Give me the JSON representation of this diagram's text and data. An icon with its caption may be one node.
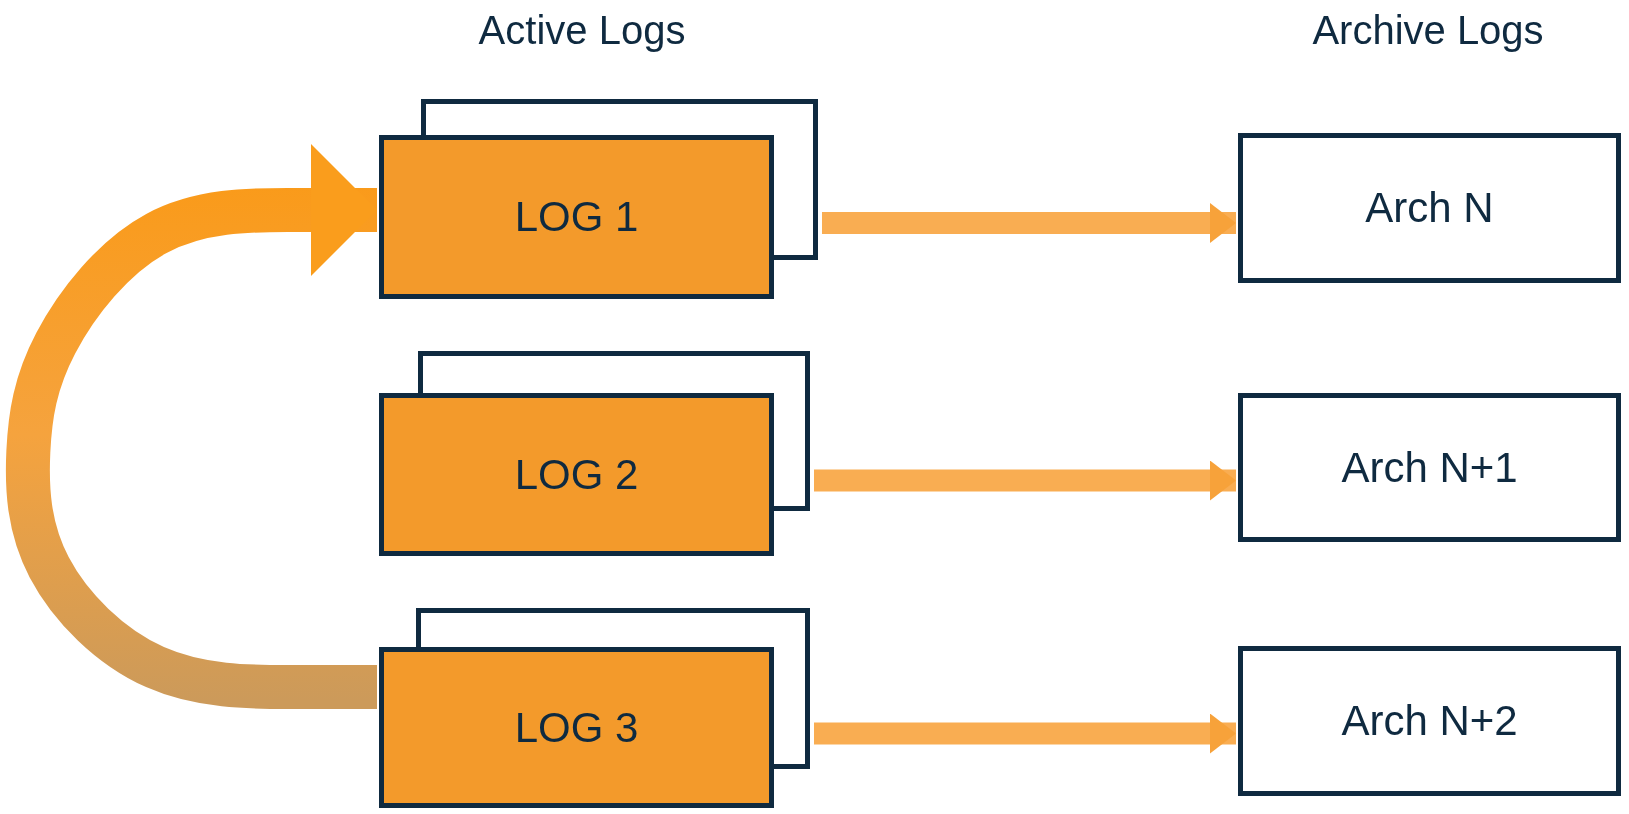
{
  "diagram": {
    "nodes": [
      {
        "text": [
          "LOG 1"
        ]
      },
      {
        "text": [
          "LOG 2"
        ]
      },
      {
        "text": [
          "LOG 3"
        ]
      },
      {
        "text": [
          "Arch N"
        ]
      },
      {
        "text": [
          "Arch N+1"
        ]
      },
      {
        "text": [
          "Arch N+2"
        ]
      }
    ],
    "edges": [
      {
        "from": 0,
        "to": 3,
        "arrow": "to"
      },
      {
        "from": 1,
        "to": 4,
        "arrow": "to"
      },
      {
        "from": 2,
        "to": 5,
        "arrow": "to"
      },
      {
        "from": 2,
        "to": 0,
        "arrow": "to"
      }
    ],
    "labels": [
      "Active Logs",
      "Archive Logs"
    ]
  }
}
